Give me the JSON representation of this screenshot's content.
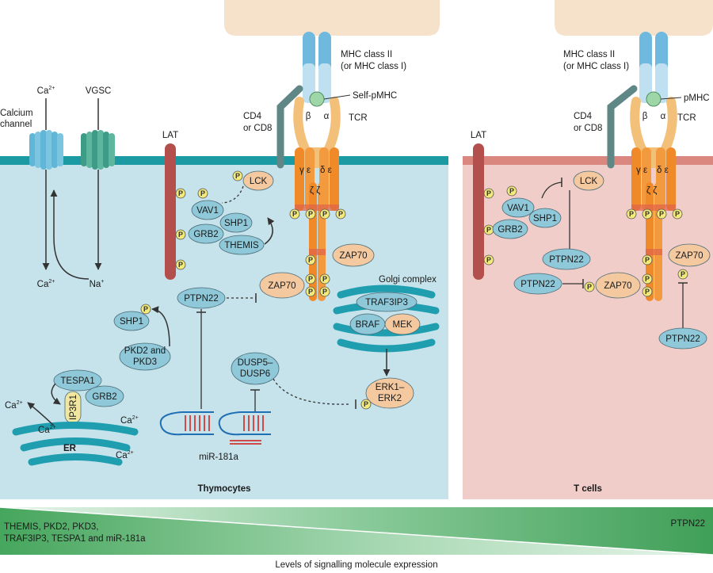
{
  "panels": {
    "left": {
      "title": "Thymocytes",
      "mhc": [
        "MHC class II",
        "(or MHC class I)"
      ],
      "peptide": "Self-pMHC",
      "coreceptor": [
        "CD4",
        "or CD8"
      ],
      "tcr": "TCR",
      "beta": "β",
      "alpha": "α",
      "cd3": [
        "γ ε",
        "δ ε",
        "ζ ζ"
      ],
      "calcium_channel": [
        "Calcium",
        "channel"
      ],
      "vgsc": "VGSC",
      "lat": "LAT",
      "ca": "Ca",
      "na": "Na",
      "ion_charge": "2+",
      "na_charge": "+",
      "phospho": "P",
      "molecules": {
        "lck": "LCK",
        "vav1": "VAV1",
        "shp1": "SHP1",
        "grb2": "GRB2",
        "themis": "THEMIS",
        "zap70": "ZAP70",
        "ptpn22": "PTPN22",
        "shp1_b": "SHP1",
        "pkd": [
          "PKD2 and",
          "PKD3"
        ],
        "golgi": "Golgi complex",
        "traf3ip3": "TRAF3IP3",
        "braf": "BRAF",
        "mek": "MEK",
        "dusp": [
          "DUSP5–",
          "DUSP6"
        ],
        "erk": [
          "ERK1–",
          "ERK2"
        ],
        "tespa1": "TESPA1",
        "ip3r1": "IP3R1",
        "grb2_b": "GRB2",
        "er": "ER",
        "mir": "miR-181a"
      }
    },
    "right": {
      "title": "T cells",
      "mhc": [
        "MHC class II",
        "(or MHC class I)"
      ],
      "peptide": "pMHC",
      "coreceptor": [
        "CD4",
        "or CD8"
      ],
      "tcr": "TCR",
      "lat": "LAT",
      "molecules": {
        "lck": "LCK",
        "vav1": "VAV1",
        "shp1": "SHP1",
        "grb2": "GRB2",
        "ptpn22_a": "PTPN22",
        "ptpn22_b": "PTPN22",
        "ptpn22_c": "PTPN22",
        "zap70_a": "ZAP70",
        "zap70_b": "ZAP70"
      }
    }
  },
  "gradient": {
    "left_label": [
      "THEMIS, PKD2, PKD3,",
      "TRAF3IP3, TESPA1 and miR-181a"
    ],
    "right_label": "PTPN22",
    "caption": "Levels of signalling molecule expression"
  },
  "colors": {
    "thymocyte_bg": "#c6e2ea",
    "tcell_bg": "#f1cdc9",
    "membrane_left": "#1b9aa3",
    "membrane_right": "#d9877f",
    "node": "#8fc8d8",
    "orange": "#f5c9a0",
    "cd3": "#f08a28",
    "gradient_dark": "#3e9f59",
    "gradient_light": "#ebf6ee"
  }
}
